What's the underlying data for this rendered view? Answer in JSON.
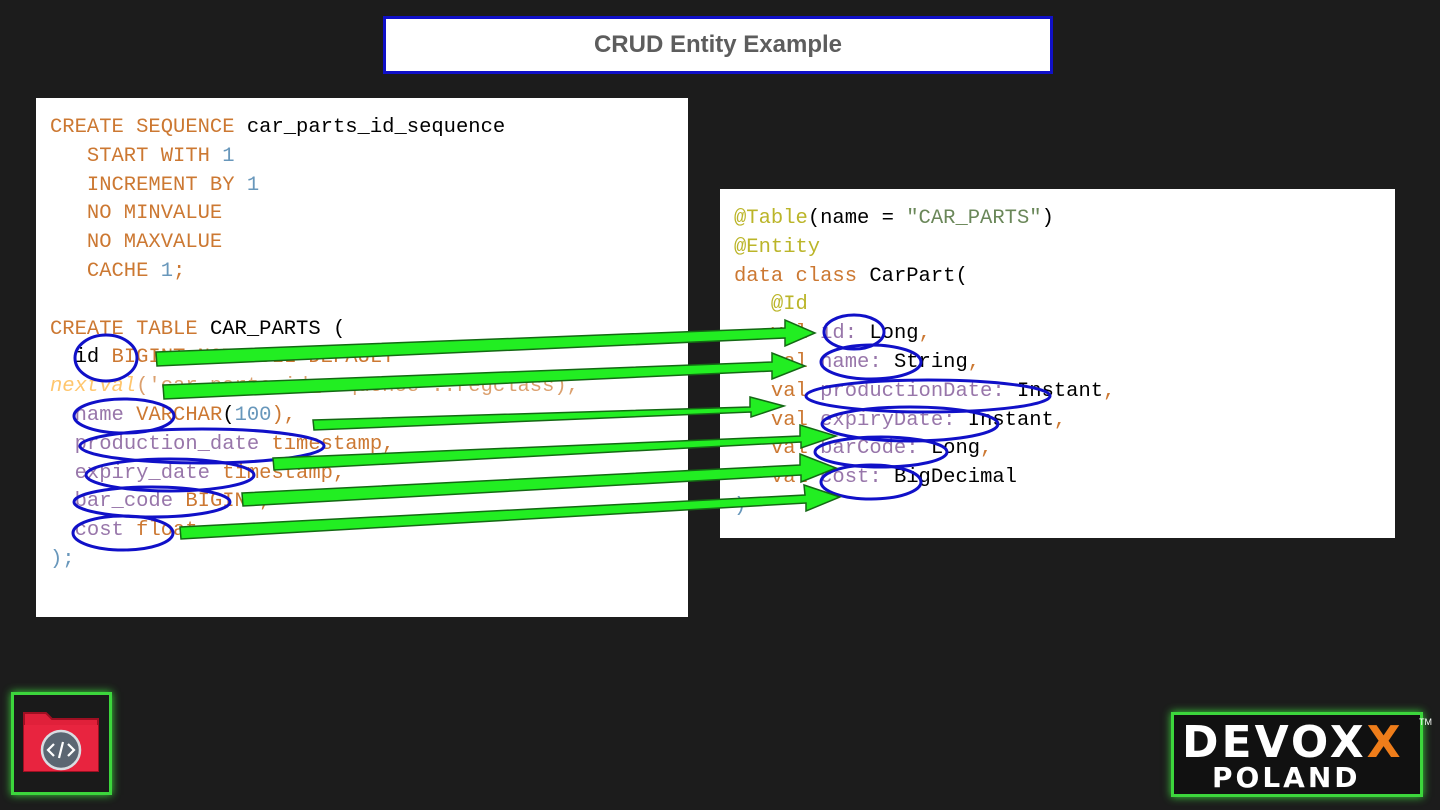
{
  "slide": {
    "title": "CRUD Entity Example"
  },
  "sql": {
    "l1": {
      "kw": "CREATE SEQUENCE",
      "name": "car_parts_id_sequence"
    },
    "l2": {
      "kw": "START WITH",
      "num": "1"
    },
    "l3": {
      "kw": "INCREMENT BY",
      "num": "1"
    },
    "l4": {
      "kw": "NO MINVALUE"
    },
    "l5": {
      "kw": "NO MAXVALUE"
    },
    "l6": {
      "kw": "CACHE",
      "num": "1",
      "end": ";"
    },
    "l8": {
      "kw": "CREATE TABLE",
      "name": "CAR_PARTS",
      "paren": "("
    },
    "l9": {
      "col": "id",
      "rest": "BIGINT NOT NULL DEFAULT"
    },
    "l10": {
      "fn": "nextval",
      "rest": "('car_parts_id_sequence'::regclass),"
    },
    "l11": {
      "col": "name",
      "type": "VARCHAR",
      "open": "(",
      "num": "100",
      "close": "),"
    },
    "l12": {
      "col": "production_date",
      "type": "timestamp",
      "end": ","
    },
    "l13": {
      "col": "expiry_date",
      "type": "timestamp",
      "end": ","
    },
    "l14": {
      "col": "bar_code",
      "type": "BIGINT",
      "end": ","
    },
    "l15": {
      "col": "cost",
      "type": "float"
    },
    "l16": {
      "end": ");"
    }
  },
  "kotlin": {
    "l1": {
      "ann": "@Table",
      "open": "(name = ",
      "str": "\"CAR_PARTS\"",
      "close": ")"
    },
    "l2": {
      "ann": "@Entity"
    },
    "l3": {
      "kw": "data class",
      "name": "CarPart",
      "open": "("
    },
    "l4": {
      "ann": "@Id"
    },
    "l5": {
      "kw": "val",
      "field": "id:",
      "type": "Long",
      "end": ","
    },
    "l6": {
      "kw": "val",
      "field": "name:",
      "type": "String",
      "end": ","
    },
    "l7": {
      "kw": "val",
      "field": "productionDate:",
      "type": "Instant",
      "end": ","
    },
    "l8": {
      "kw": "val",
      "field": "expiryDate:",
      "type": "Instant",
      "end": ","
    },
    "l9": {
      "kw": "val",
      "field": "barCode:",
      "type": "Long",
      "end": ","
    },
    "l10": {
      "kw": "val",
      "field": "cost:",
      "type": "BigDecimal"
    },
    "l11": {
      "end": ")"
    }
  },
  "branding": {
    "devoxx": "DEVOX",
    "devoxx_x": "X",
    "poland": "POLAND",
    "tm": "TM"
  },
  "colors": {
    "arrow": "#22ee22",
    "highlight": "#1010c8",
    "frame": "#3cd63c"
  }
}
